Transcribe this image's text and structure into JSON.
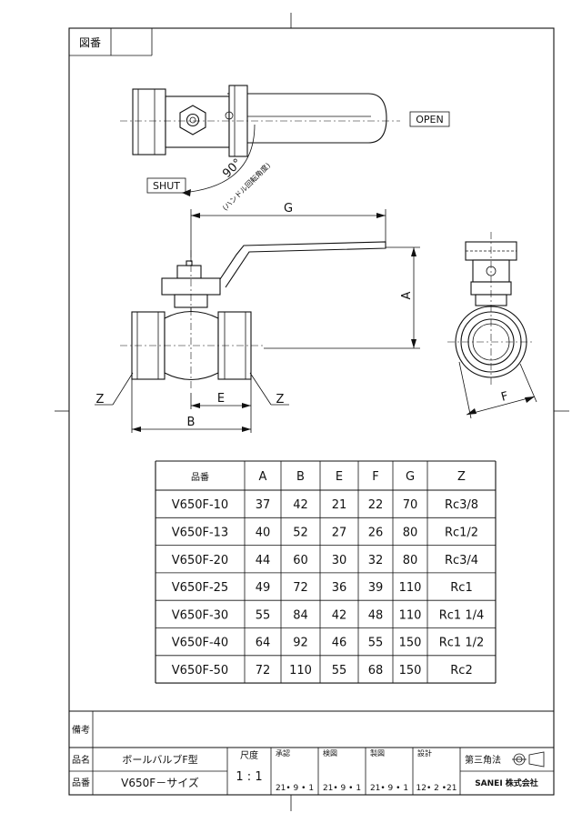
{
  "title_box": {
    "label": "図番"
  },
  "top_view": {
    "open_label": "OPEN",
    "shut_label": "SHUT",
    "angle_label": "90°",
    "angle_note": "(ハンドル回転角度)"
  },
  "front_view": {
    "dim_g": "G",
    "dim_a": "A",
    "dim_e": "E",
    "dim_b": "B",
    "dim_z_left": "Z",
    "dim_z_right": "Z"
  },
  "side_view": {
    "dim_f": "F"
  },
  "table": {
    "headers": [
      "品番",
      "A",
      "B",
      "E",
      "F",
      "G",
      "Z"
    ],
    "rows": [
      [
        "V650F-10",
        "37",
        "42",
        "21",
        "22",
        "70",
        "Rc3/8"
      ],
      [
        "V650F-13",
        "40",
        "52",
        "27",
        "26",
        "80",
        "Rc1/2"
      ],
      [
        "V650F-20",
        "44",
        "60",
        "30",
        "32",
        "80",
        "Rc3/4"
      ],
      [
        "V650F-25",
        "49",
        "72",
        "36",
        "39",
        "110",
        "Rc1"
      ],
      [
        "V650F-30",
        "55",
        "84",
        "42",
        "48",
        "110",
        "Rc1 1/4"
      ],
      [
        "V650F-40",
        "64",
        "92",
        "46",
        "55",
        "150",
        "Rc1 1/2"
      ],
      [
        "V650F-50",
        "72",
        "110",
        "55",
        "68",
        "150",
        "Rc2"
      ]
    ]
  },
  "title_block": {
    "remarks_label": "備考",
    "name_label": "品名",
    "name_value": "ボールバルブF型",
    "code_label": "品番",
    "code_value": "V650F－サイズ",
    "scale_label": "尺度",
    "scale_value": "1 : 1",
    "approve_label": "承認",
    "approve_date": "21• 9 • 1",
    "inspect_label": "検図",
    "inspect_date": "21• 9 • 1",
    "draft_label": "製図",
    "draft_date": "21• 9 • 1",
    "design_label": "設計",
    "design_date": "12• 2 •21",
    "projection_label": "第三角法",
    "company": "SANEI 株式会社"
  }
}
